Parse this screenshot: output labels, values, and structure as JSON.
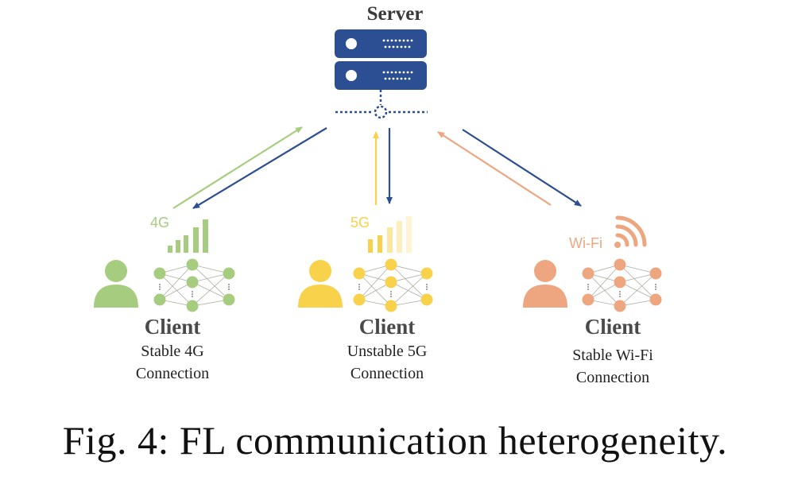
{
  "server": {
    "title": "Server"
  },
  "clients": [
    {
      "title": "Client",
      "network": "4G",
      "desc_line1": "Stable 4G",
      "desc_line2": "Connection",
      "color": "#a6cd7f"
    },
    {
      "title": "Client",
      "network": "5G",
      "desc_line1": "Unstable 5G",
      "desc_line2": "Connection",
      "color": "#f7d24a"
    },
    {
      "title": "Client",
      "network": "Wi-Fi",
      "desc_line1": "Stable Wi-Fi",
      "desc_line2": "Connection",
      "color": "#eda680"
    }
  ],
  "caption": "Fig. 4: FL communication heterogeneity.",
  "colors": {
    "server": "#2c4f94",
    "downlink": "#2c4f94"
  }
}
